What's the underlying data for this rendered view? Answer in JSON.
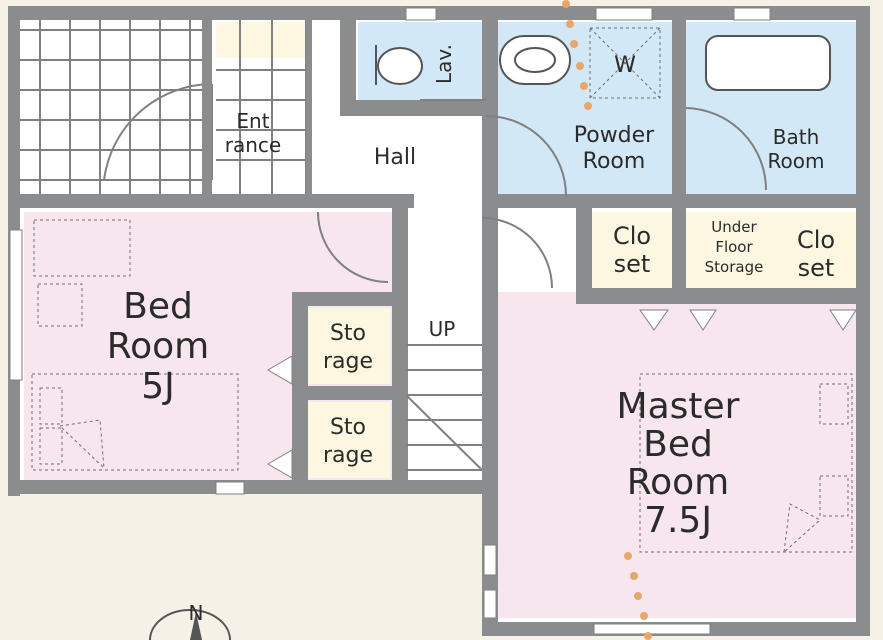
{
  "rooms": {
    "entrance": {
      "line1": "Ent",
      "line2": "rance"
    },
    "hall": "Hall",
    "lav": "Lav.",
    "washer": "W",
    "powder": {
      "line1": "Powder",
      "line2": "Room"
    },
    "bath": {
      "line1": "Bath",
      "line2": "Room"
    },
    "closet1": {
      "line1": "Clo",
      "line2": "set"
    },
    "underfloor": {
      "line1": "Under",
      "line2": "Floor",
      "line3": "Storage"
    },
    "closet2": {
      "line1": "Clo",
      "line2": "set"
    },
    "bedroom": {
      "line1": "Bed",
      "line2": "Room",
      "line3": "5J"
    },
    "storage1": {
      "line1": "Sto",
      "line2": "rage"
    },
    "storage2": {
      "line1": "Sto",
      "line2": "rage"
    },
    "stairs": "UP",
    "master": {
      "line1": "Master",
      "line2": "Bed",
      "line3": "Room",
      "line4": "7.5J"
    }
  },
  "compass": "N",
  "colors": {
    "background": "#f6f1e6",
    "wall": "#8a8c8e",
    "bedroom_fill": "#f7e6ee",
    "wet_area_fill": "#d3e8f6",
    "storage_fill": "#fbf7e0",
    "floor_white": "#ffffff",
    "dotted_line": "#e8a66a"
  }
}
